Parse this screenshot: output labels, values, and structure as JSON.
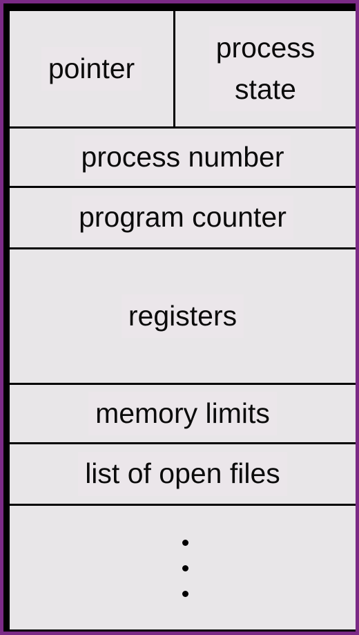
{
  "diagram": {
    "fields": {
      "pointer": "pointer",
      "process_state": "process\nstate",
      "process_number": "process number",
      "program_counter": "program counter",
      "registers": "registers",
      "memory_limits": "memory limits",
      "list_of_open_files": "list of open files"
    },
    "ellipsis_icon": "vertical-ellipsis",
    "colors": {
      "border": "#7b2a86",
      "cell_background": "#e8e6e8",
      "lines": "#000000",
      "text": "#0b0b0b"
    }
  }
}
